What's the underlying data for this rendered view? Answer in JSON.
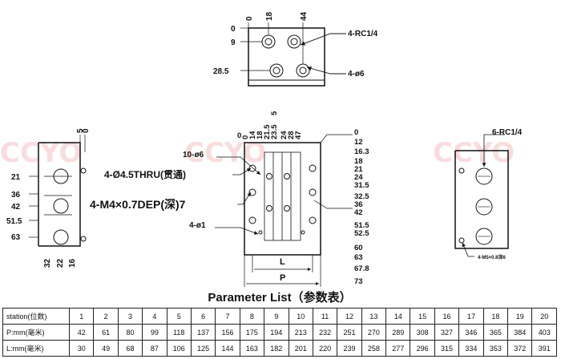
{
  "watermark": {
    "text": "CCYO"
  },
  "top_view": {
    "dims_x": [
      "0",
      "18",
      "44"
    ],
    "dims_y": [
      "0",
      "9",
      "28.5"
    ],
    "callout_port": "4-RC1/4",
    "callout_hole": "4-ø6"
  },
  "left_view": {
    "dims_top": [
      "5",
      "0"
    ],
    "dims_y": [
      "21",
      "36",
      "42",
      "51.5",
      "63"
    ],
    "dims_bottom": [
      "32",
      "22",
      "16"
    ]
  },
  "front_view": {
    "dims_top": [
      "0",
      "14",
      "18",
      "21.5",
      "23.5",
      "5",
      "24",
      "28",
      "47"
    ],
    "dims_right": [
      "0",
      "12",
      "16.3",
      "18",
      "21",
      "24",
      "31.5",
      "32.5",
      "36",
      "42",
      "51.5",
      "52.5",
      "60",
      "63",
      "67.8",
      "73"
    ],
    "dims_left": [
      "0"
    ],
    "callout_holes": "10-ø6",
    "callout_thru": "4-Ø4.5THRU(贯通)",
    "callout_tap": "4-M4×0.7DEP(深)7",
    "callout_small": "4-ø1",
    "dim_L": "L",
    "dim_P": "P"
  },
  "right_view": {
    "callout_port": "6-RC1/4",
    "callout_tap": "4-M5×0.8深6"
  },
  "parameter_list": {
    "title": "Parameter List（参数表）",
    "rows": [
      {
        "label": "station(位数)",
        "values": [
          "1",
          "2",
          "3",
          "4",
          "5",
          "6",
          "7",
          "8",
          "9",
          "10",
          "11",
          "12",
          "13",
          "14",
          "15",
          "16",
          "17",
          "18",
          "19",
          "20"
        ]
      },
      {
        "label": "P:mm(毫米)",
        "values": [
          "42",
          "61",
          "80",
          "99",
          "118",
          "137",
          "156",
          "175",
          "194",
          "213",
          "232",
          "251",
          "270",
          "289",
          "308",
          "327",
          "346",
          "365",
          "384",
          "403"
        ]
      },
      {
        "label": "L:mm(毫米)",
        "values": [
          "30",
          "49",
          "68",
          "87",
          "106",
          "125",
          "144",
          "163",
          "182",
          "201",
          "220",
          "239",
          "258",
          "277",
          "296",
          "315",
          "334",
          "353",
          "372",
          "391"
        ]
      }
    ]
  }
}
